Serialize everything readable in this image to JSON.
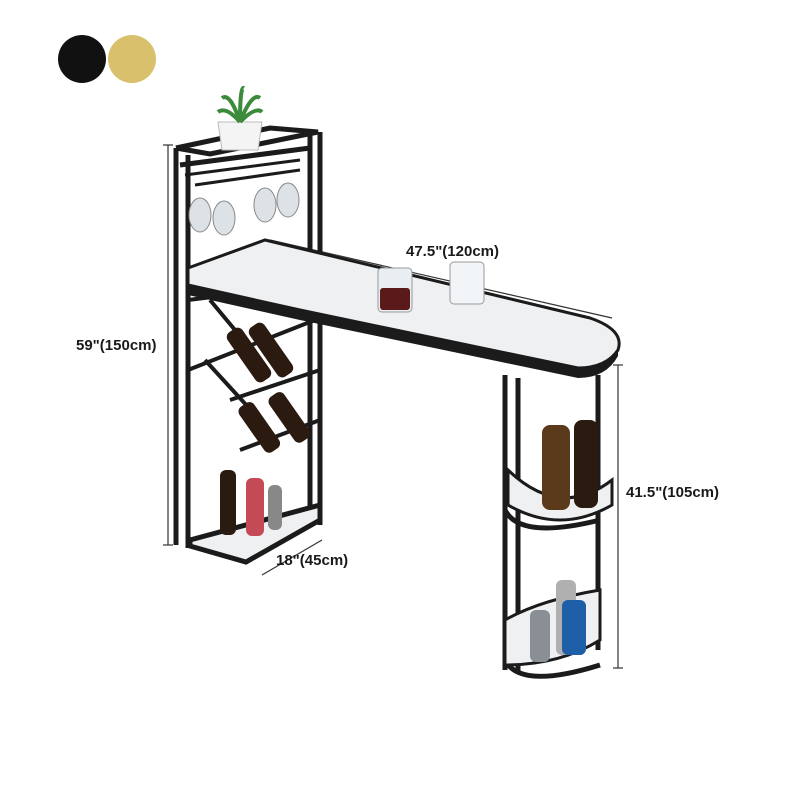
{
  "color_options": [
    {
      "name": "black",
      "color": "#111111"
    },
    {
      "name": "gold",
      "color": "#d9c06c"
    }
  ],
  "dimensions": {
    "total_height": "59\"(150cm)",
    "length": "47.5\"(120cm)",
    "depth": "18\"(45cm)",
    "counter_height": "41.5\"(105cm)"
  },
  "colors": {
    "frame": "#1b1b1b",
    "marble": "#eef0f2",
    "wine_red": "#5a1a1a",
    "bottle_dark": "#2a1a10",
    "bottle_blue": "#1e5fa8"
  }
}
